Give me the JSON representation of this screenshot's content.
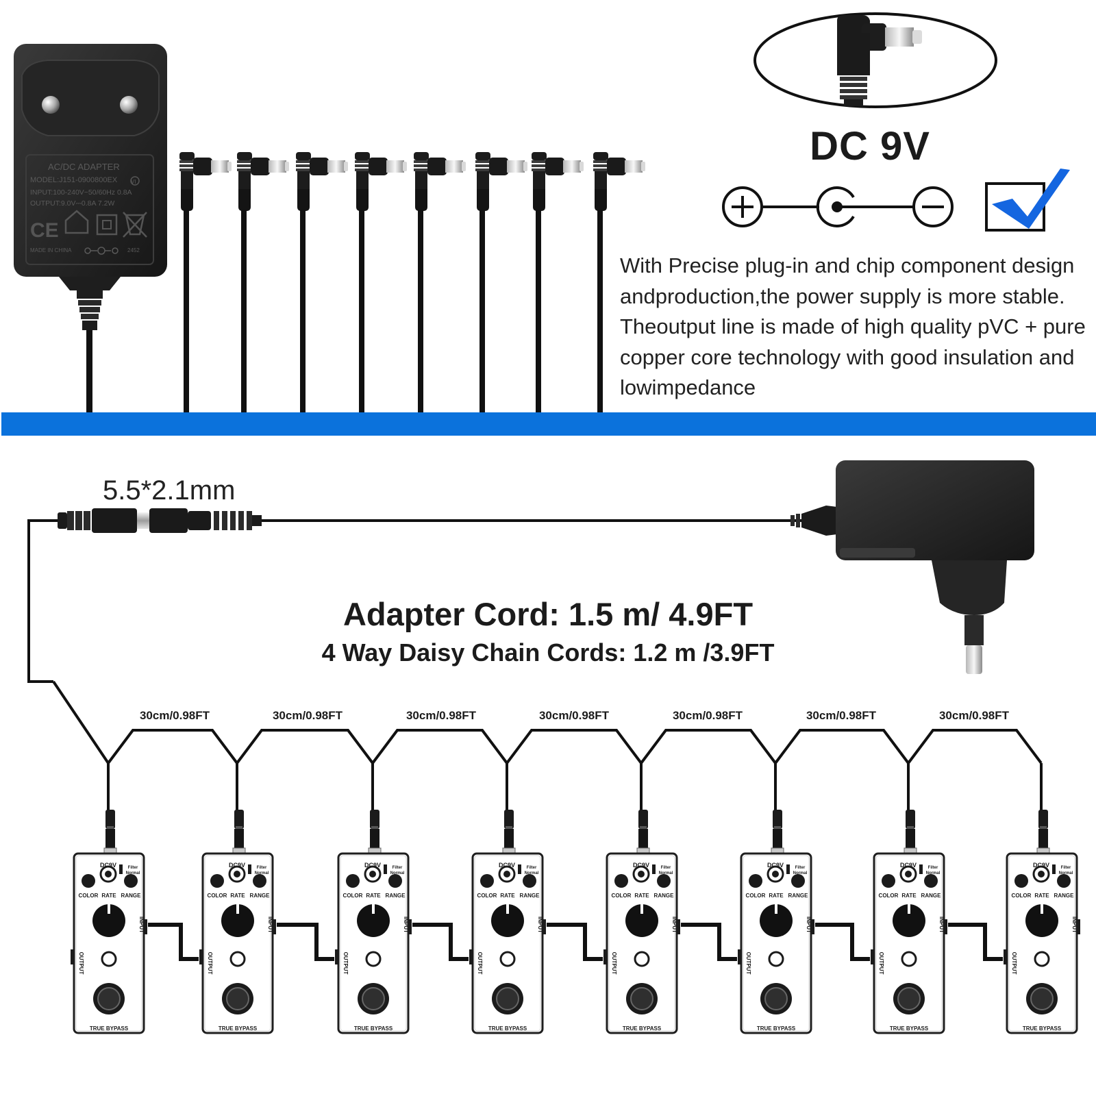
{
  "colors": {
    "band": "#0b72dc",
    "check": "#1466e0",
    "adapter": "#2b2b2b",
    "cable": "#111111"
  },
  "adapter_label": {
    "title": "AC/DC ADAPTER",
    "model": "MODEL:J151-0900800EX",
    "input": "INPUT:100-240V~50/60Hz 0.8A",
    "output": "OUTPUT:9.0V⎓0.8A 7.2W",
    "origin": "MADE IN CHINA",
    "code": "2452",
    "cert_mark": "VI",
    "ce_mark": "CE"
  },
  "dc_spec": {
    "title": "DC 9V",
    "icons": [
      "plus-terminal-icon",
      "center-pin-icon",
      "minus-terminal-icon",
      "checkbox-checked-icon"
    ]
  },
  "description": [
    "With Precise plug-in and chip component design",
    "andproduction,the power supply is more stable.",
    "Theoutput line is made of high quality pVC + pure",
    "copper core technology with good insulation and",
    "lowimpedance"
  ],
  "plug_size": "5.5*2.1mm",
  "cord_info": {
    "main": "Adapter Cord: 1.5 m/ 4.9FT",
    "sub": "4 Way Daisy Chain Cords: 1.2 m /3.9FT"
  },
  "segment_length": [
    "30cm/0.98FT",
    "30cm/0.98FT",
    "30cm/0.98FT",
    "30cm/0.98FT",
    "30cm/0.98FT",
    "30cm/0.98FT",
    "30cm/0.98FT"
  ],
  "pedal_labels": {
    "dc": "DC9V",
    "mode_top": "Filter",
    "mode_bottom": "Normal",
    "color": "COLOR",
    "rate": "RATE",
    "range": "RANGE",
    "input": "INPUT",
    "output": "OUTPUT",
    "bypass": "TRUE BYPASS"
  },
  "pedal_count": 8,
  "dc_plug_count": 8
}
